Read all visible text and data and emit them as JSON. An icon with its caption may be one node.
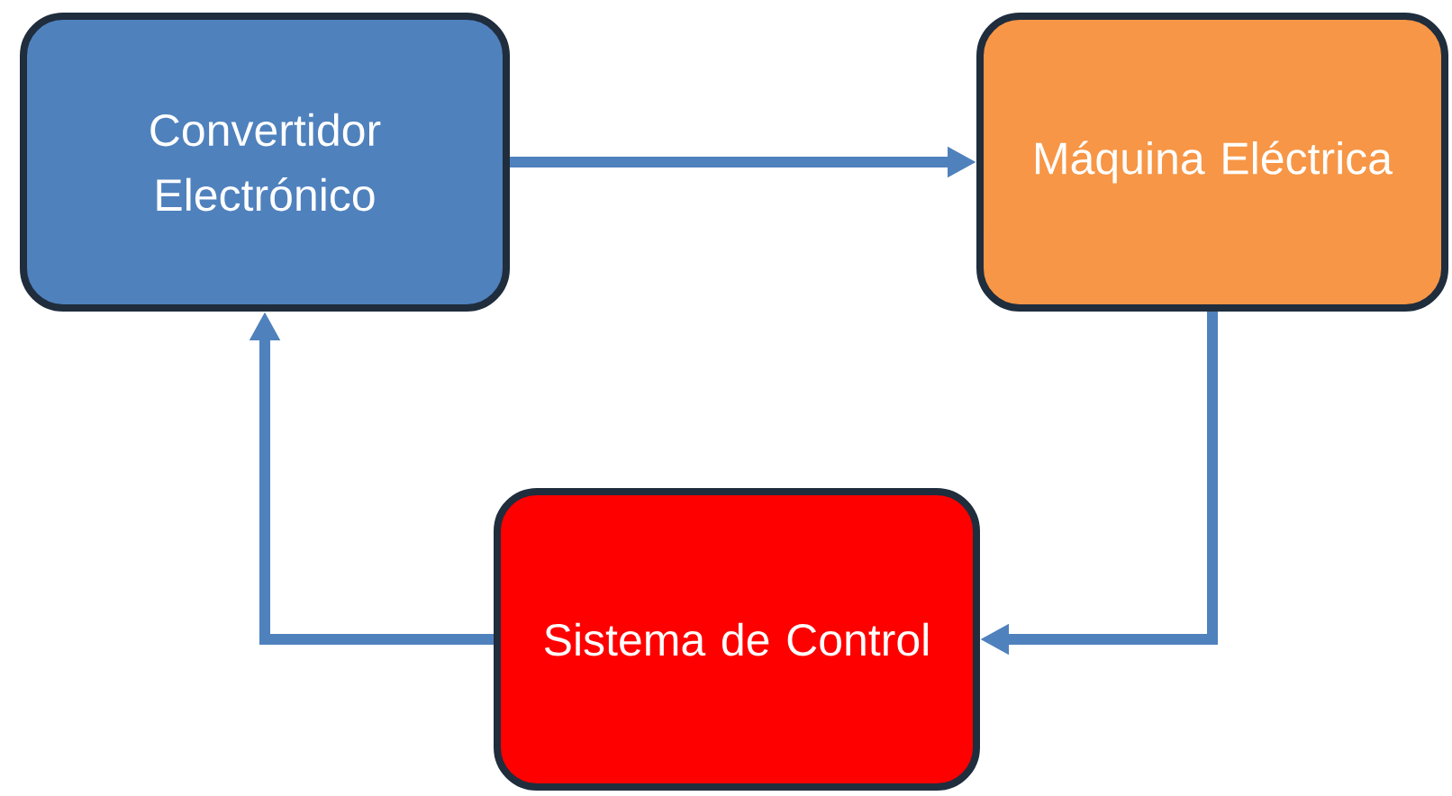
{
  "diagram": {
    "nodes": [
      {
        "text": [
          "Convertidor Electrónico"
        ]
      },
      {
        "text": [
          "Máquina Eléctrica"
        ]
      },
      {
        "text": [
          "Sistema de Control"
        ]
      }
    ],
    "edges": [
      {
        "from": 0,
        "to": 1,
        "arrow": "to"
      },
      {
        "from": 1,
        "to": 2,
        "arrow": "to"
      },
      {
        "from": 2,
        "to": 0,
        "arrow": "to"
      }
    ]
  }
}
